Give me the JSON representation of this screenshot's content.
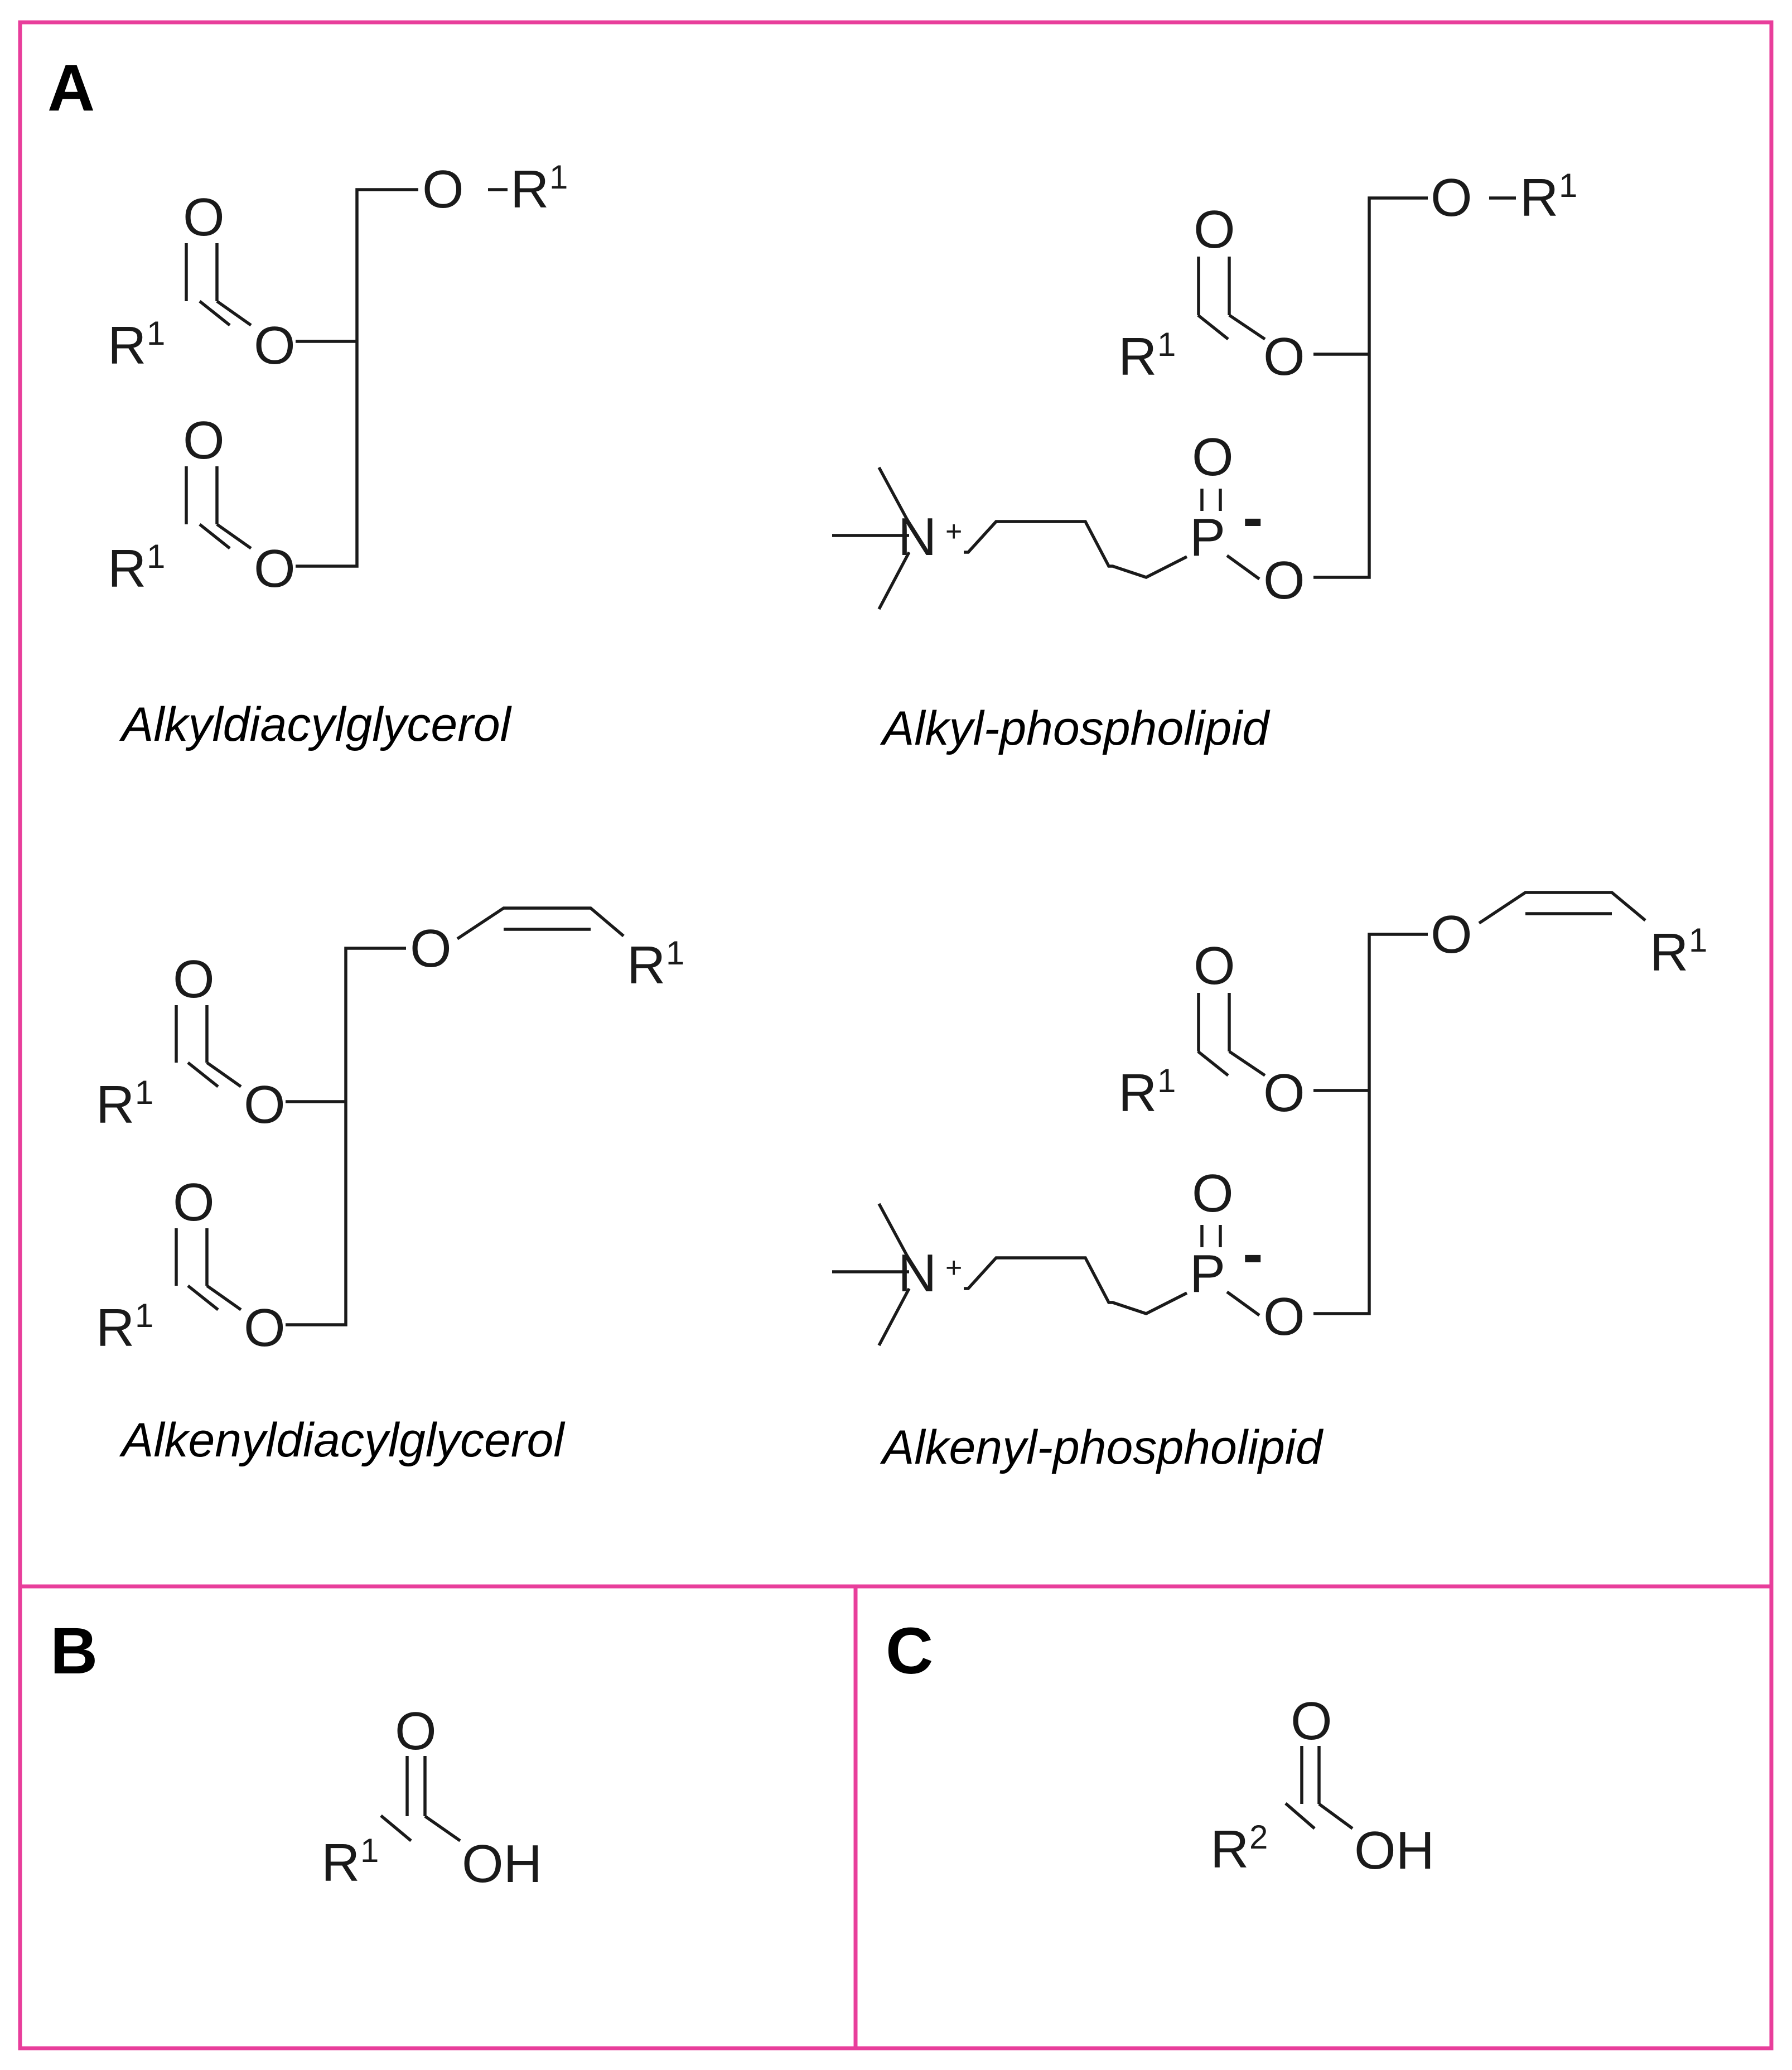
{
  "colors": {
    "frame": "#e83e9b"
  },
  "panels": {
    "a": {
      "letter": "A"
    },
    "b": {
      "letter": "B"
    },
    "c": {
      "letter": "C"
    }
  },
  "atoms": {
    "O": "O",
    "N": "N",
    "P": "P",
    "R": "R",
    "OH": "OH",
    "sup1": "1",
    "sup2": "2",
    "plus": "+",
    "minus": "-"
  },
  "captions": {
    "alkyldiacylglycerol": "Alkyldiacylglycerol",
    "alkyl_phospholipid": "Alkyl-phospholipid",
    "alkenyldiacylglycerol": "Alkenyldiacylglycerol",
    "alkenyl_phospholipid": "Alkenyl-phospholipid"
  }
}
